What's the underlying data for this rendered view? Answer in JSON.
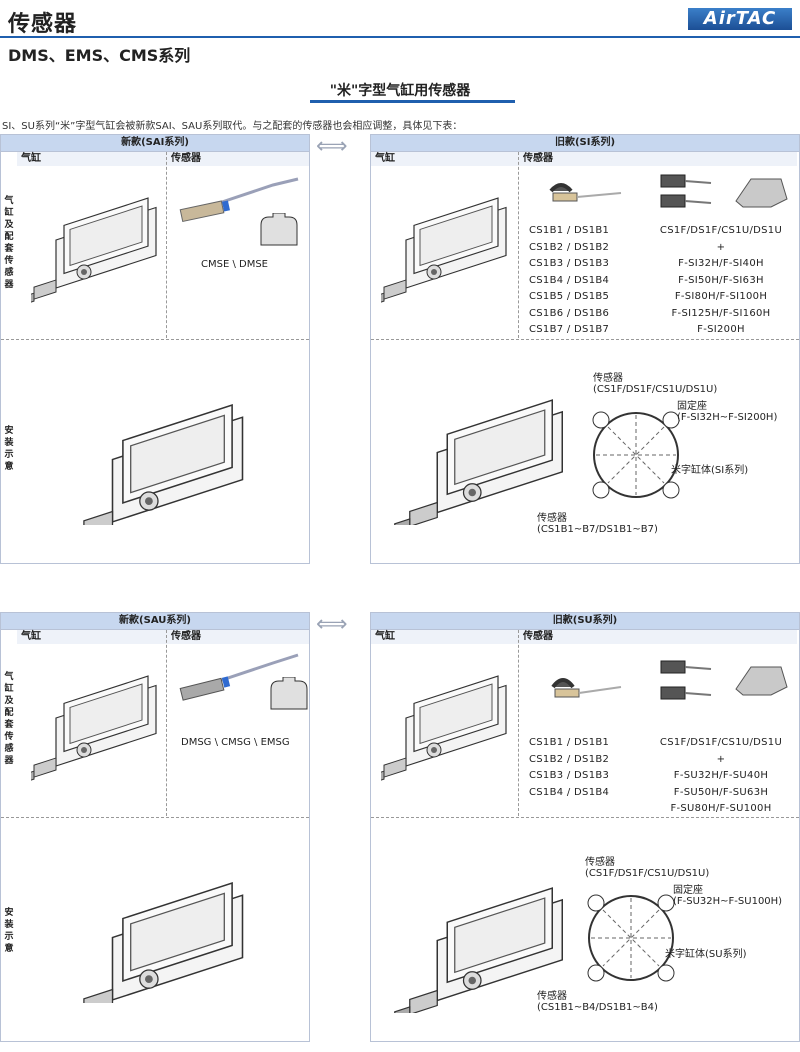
{
  "header": {
    "title": "传感器",
    "series": "DMS、EMS、CMS系列",
    "logo": "AirTAC"
  },
  "section_title": "\"米\"字型气缸用传感器",
  "intro": "SI、SU系列“米”字型气缸会被新款SAI、SAU系列取代。与之配套的传感器也会相应调整，具体见下表：",
  "labels": {
    "cylinder": "气缸",
    "sensor": "传感器",
    "vert_cyl": [
      "气",
      "缸",
      "及",
      "配",
      "套",
      "传",
      "感",
      "器"
    ],
    "vert_install": [
      "安",
      "装",
      "示",
      "意"
    ]
  },
  "block1": {
    "new_header": "新款(SAI系列)",
    "old_header": "旧款(SI系列)",
    "new_sensor_model": "CMSE \\ DMSE",
    "old_models_left": [
      "CS1B1 / DS1B1",
      "CS1B2 / DS1B2",
      "CS1B3 / DS1B3",
      "CS1B4 / DS1B4",
      "CS1B5 / DS1B5",
      "CS1B6 / DS1B6",
      "CS1B7 / DS1B7"
    ],
    "old_models_right": [
      "CS1F/DS1F/CS1U/DS1U",
      "+",
      "F-SI32H/F-SI40H",
      "F-SI50H/F-SI63H",
      "F-SI80H/F-SI100H",
      "F-SI125H/F-SI160H",
      "F-SI200H"
    ],
    "callouts": {
      "sensor_top": [
        "传感器",
        "(CS1F/DS1F/CS1U/DS1U)"
      ],
      "mount": [
        "固定座",
        "(F-SI32H~F-SI200H)"
      ],
      "body": "米字缸体(SI系列)",
      "sensor_bottom": [
        "传感器",
        "(CS1B1~B7/DS1B1~B7)"
      ]
    }
  },
  "block2": {
    "new_header": "新款(SAU系列)",
    "old_header": "旧款(SU系列)",
    "new_sensor_model": "DMSG \\ CMSG \\ EMSG",
    "old_models_left": [
      "CS1B1 / DS1B1",
      "CS1B2 / DS1B2",
      "CS1B3 / DS1B3",
      "CS1B4 / DS1B4"
    ],
    "old_models_right": [
      "CS1F/DS1F/CS1U/DS1U",
      "+",
      "F-SU32H/F-SU40H",
      "F-SU50H/F-SU63H",
      "F-SU80H/F-SU100H"
    ],
    "callouts": {
      "sensor_top": [
        "传感器",
        "(CS1F/DS1F/CS1U/DS1U)"
      ],
      "mount": [
        "固定座",
        "(F-SU32H~F-SU100H)"
      ],
      "body": "米字缸体(SU系列)",
      "sensor_bottom": [
        "传感器",
        "(CS1B1~B4/DS1B1~B4)"
      ]
    }
  },
  "colors": {
    "accent": "#1f5fae",
    "header_bg": "#c7d7ef"
  },
  "icons": {
    "swap": "double-arrow-icon"
  }
}
